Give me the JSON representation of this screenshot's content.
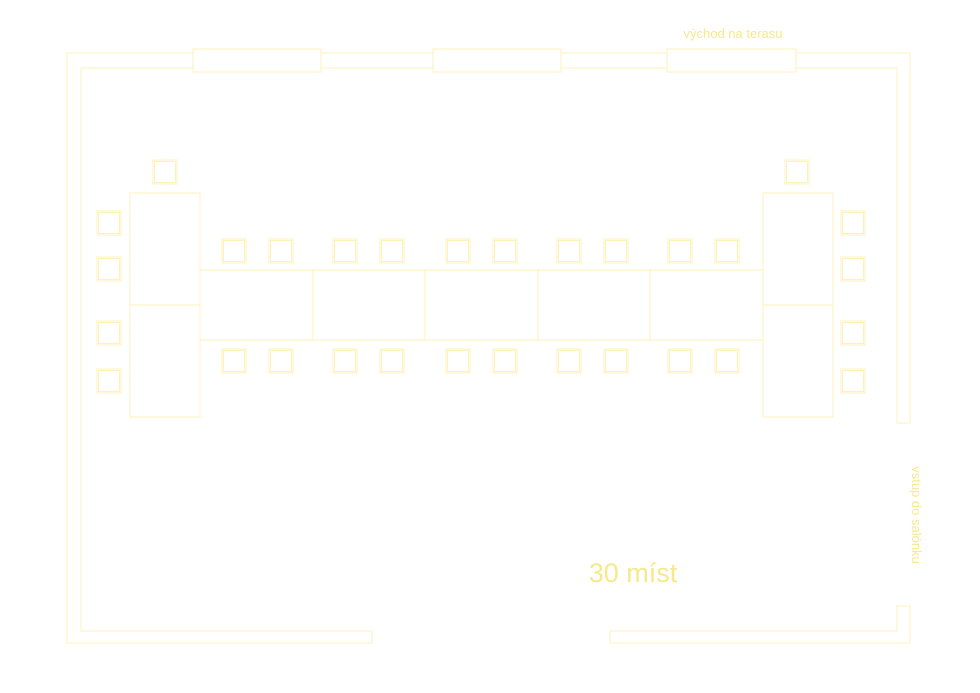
{
  "labels": {
    "terrace_exit": "východ na terasu",
    "salon_entry": "vstup do salónku",
    "capacity": "30 míst"
  },
  "colors": {
    "line": "#fdf3b8",
    "text": "#f7e98a",
    "background": "#ffffff"
  },
  "counts": {
    "seats": 30
  }
}
